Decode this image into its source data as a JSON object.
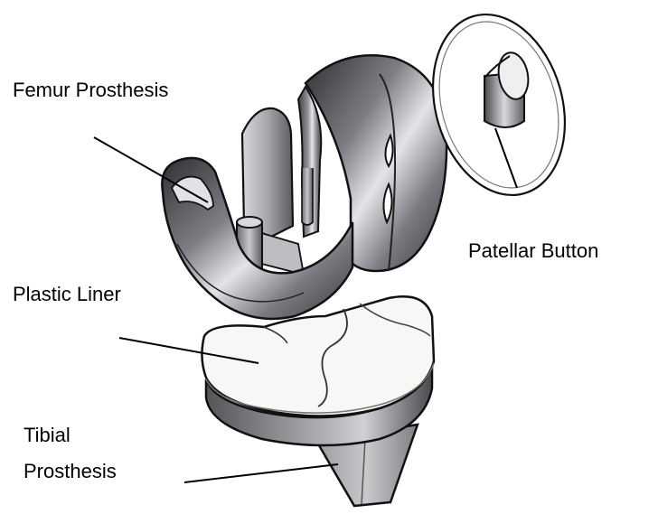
{
  "labels": {
    "femur": "Femur Prosthesis",
    "patellar": "Patellar Button",
    "liner": "Plastic Liner",
    "tibial_line1": "Tibial",
    "tibial_line2": "Prosthesis"
  },
  "colors": {
    "metal_dark": "#3f3f43",
    "metal_mid": "#8c8c92",
    "metal_light": "#e6e6ea",
    "plastic": "#f7f7f5",
    "outline": "#111111"
  }
}
